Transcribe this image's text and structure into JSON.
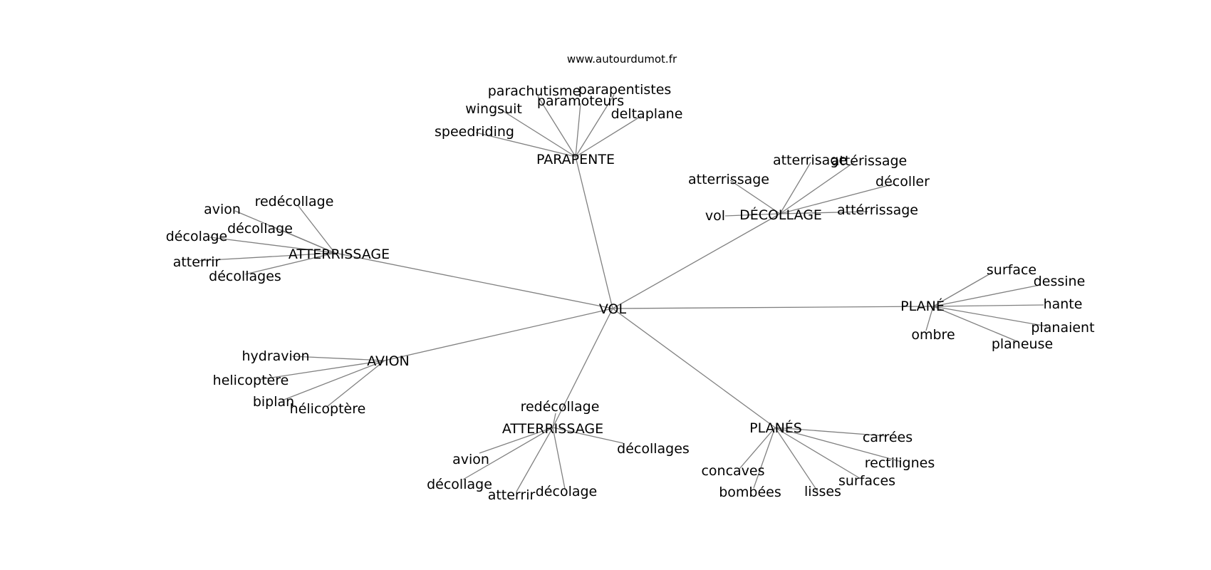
{
  "source": "www.autourdumot.fr",
  "graph": {
    "center": "VOL",
    "groups": [
      {
        "hub": "PARAPENTE",
        "leaves": [
          "parachutisme",
          "parapentistes",
          "wingsuit",
          "paramoteurs",
          "deltaplane",
          "speedriding"
        ]
      },
      {
        "hub": "DÉCOLLAGE",
        "leaves": [
          "atterrisage",
          "attérissage",
          "atterrissage",
          "décoller",
          "vol",
          "attérrissage"
        ]
      },
      {
        "hub": "ATTERRISSAGE",
        "leaves": [
          "redécollage",
          "avion",
          "décollage",
          "décolage",
          "atterrir",
          "décollages"
        ]
      },
      {
        "hub": "PLANÉ",
        "leaves": [
          "surface",
          "dessine",
          "hante",
          "planaient",
          "ombre",
          "planeuse"
        ]
      },
      {
        "hub": "AVION",
        "leaves": [
          "hydravion",
          "helicoptère",
          "biplan",
          "hélicoptère"
        ]
      },
      {
        "hub": "ATTERRISSAGE",
        "leaves": [
          "redécollage",
          "décollages",
          "avion",
          "décollage",
          "atterrir",
          "décolage"
        ]
      },
      {
        "hub": "PLANÉS",
        "leaves": [
          "carrées",
          "rectilignes",
          "concaves",
          "surfaces",
          "bombées",
          "lisses"
        ]
      }
    ]
  }
}
